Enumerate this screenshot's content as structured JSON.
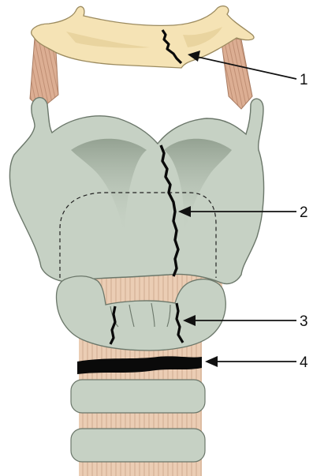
{
  "colors": {
    "background": "#ffffff",
    "hyoid_fill": "#f5e3b5",
    "hyoid_shade": "#e6cf9a",
    "cartilage_fill": "#c6d1c4",
    "cartilage_shade": "#9fae9d",
    "cartilage_stroke": "#6b776a",
    "membrane_fill": "#e8c7ad",
    "membrane_line": "#c49f83",
    "muscle_fill": "#d9a98e",
    "fracture": "#0a0a0a",
    "arrow": "#111111"
  },
  "callouts": [
    {
      "id": "hyoid-fracture",
      "label": "1"
    },
    {
      "id": "thyroid-fracture",
      "label": "2"
    },
    {
      "id": "cricoid-fracture",
      "label": "3"
    },
    {
      "id": "tracheal-separation",
      "label": "4"
    }
  ]
}
